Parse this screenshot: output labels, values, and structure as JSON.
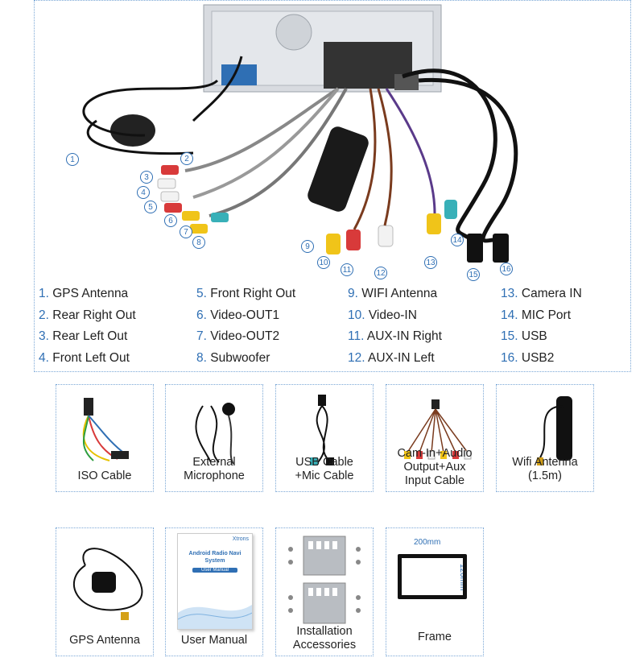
{
  "legend": [
    {
      "num": "1.",
      "label": "GPS Antenna"
    },
    {
      "num": "2.",
      "label": "Rear Right Out"
    },
    {
      "num": "3.",
      "label": "Rear Left Out"
    },
    {
      "num": "4.",
      "label": "Front Left Out"
    },
    {
      "num": "5.",
      "label": "Front Right Out"
    },
    {
      "num": "6.",
      "label": "Video-OUT1"
    },
    {
      "num": "7.",
      "label": "Video-OUT2"
    },
    {
      "num": "8.",
      "label": "Subwoofer"
    },
    {
      "num": "9.",
      "label": "WIFI Antenna"
    },
    {
      "num": "10.",
      "label": "Video-IN"
    },
    {
      "num": "11.",
      "label": "AUX-IN Right"
    },
    {
      "num": "12.",
      "label": "AUX-IN Left"
    },
    {
      "num": "13.",
      "label": "Camera IN"
    },
    {
      "num": "14.",
      "label": "MIC Port"
    },
    {
      "num": "15.",
      "label": "USB"
    },
    {
      "num": "16.",
      "label": "USB2"
    }
  ],
  "callouts": [
    "1",
    "2",
    "3",
    "4",
    "5",
    "6",
    "7",
    "8",
    "9",
    "10",
    "11",
    "12",
    "13",
    "14",
    "15",
    "16"
  ],
  "accessories": [
    {
      "label": "ISO Cable"
    },
    {
      "label": "External\nMicrophone"
    },
    {
      "label": "USB Cable\n+Mic Cable"
    },
    {
      "label": "Cam-In+Audio\nOutput+Aux\nInput Cable"
    },
    {
      "label": "Wifi Antenna\n(1.5m)"
    },
    {
      "label": "GPS Antenna"
    },
    {
      "label": "User Manual"
    },
    {
      "label": "Installation\nAccessories"
    },
    {
      "label": "Frame"
    }
  ],
  "manual": {
    "brand": "Xtrons",
    "title": "Android Radio Navi\nSystem",
    "subtitle": "User Manual"
  },
  "frame_dims": {
    "width": "200mm",
    "height": "120mm"
  },
  "colors": {
    "accent": "#2f6fb4",
    "border": "#7aa7d6"
  }
}
